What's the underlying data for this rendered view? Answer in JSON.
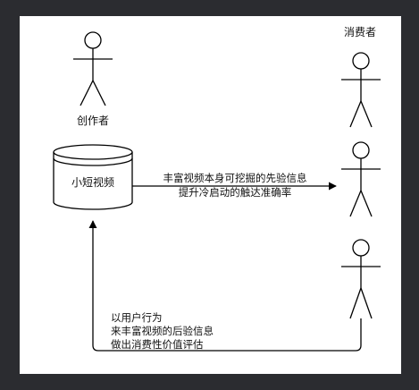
{
  "creator": {
    "label": "创作者"
  },
  "video": {
    "label": "小短视频"
  },
  "consumers": {
    "label": "消费者",
    "count": 3
  },
  "forward_arrow": {
    "line1": "丰富视频本身可挖掘的先验信息",
    "line2": "提升冷启动的触达准确率"
  },
  "feedback_arrow": {
    "line1": "以用户行为",
    "line2": "来丰富视频的后验信息",
    "line3": "做出消费性价值评估"
  },
  "colors": {
    "background": "#2b2c30",
    "canvas": "#ffffff",
    "stroke": "#000000"
  }
}
